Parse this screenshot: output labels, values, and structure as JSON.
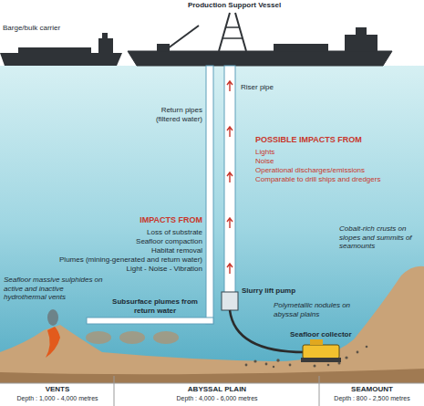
{
  "diagram": {
    "labels": [
      "Production Support Vessel",
      "Barge/bulk carrier",
      "Riser pipe",
      "Return pipes (filtered water)",
      "POSSIBLE IMPACTS FROM",
      "Lights",
      "Noise",
      "Operational discharges/emissions",
      "Comparable to drill ships and dredgers",
      "IMPACTS FROM",
      "Loss of substrate",
      "Seafloor compaction",
      "Habitat removal",
      "Plumes (mining-generated and return water)",
      "Light - Noise - Vibration",
      "Cobalt-rich crusts on slopes and summits of seamounts",
      "Seafloor massive sulphides on active and inactive hydrothermal vents",
      "Subsurface plumes from return water",
      "Slurry lift pump",
      "Polymetallic nodules on abyssal plains",
      "Seafloor collector",
      "VENTS",
      "Depth : 1,000 - 4,000 metres",
      "ABYSSAL PLAIN",
      "Depth : 4,000 - 6,000 metres",
      "SEAMOUNT",
      "Depth : 800 - 2,500 metres"
    ]
  }
}
